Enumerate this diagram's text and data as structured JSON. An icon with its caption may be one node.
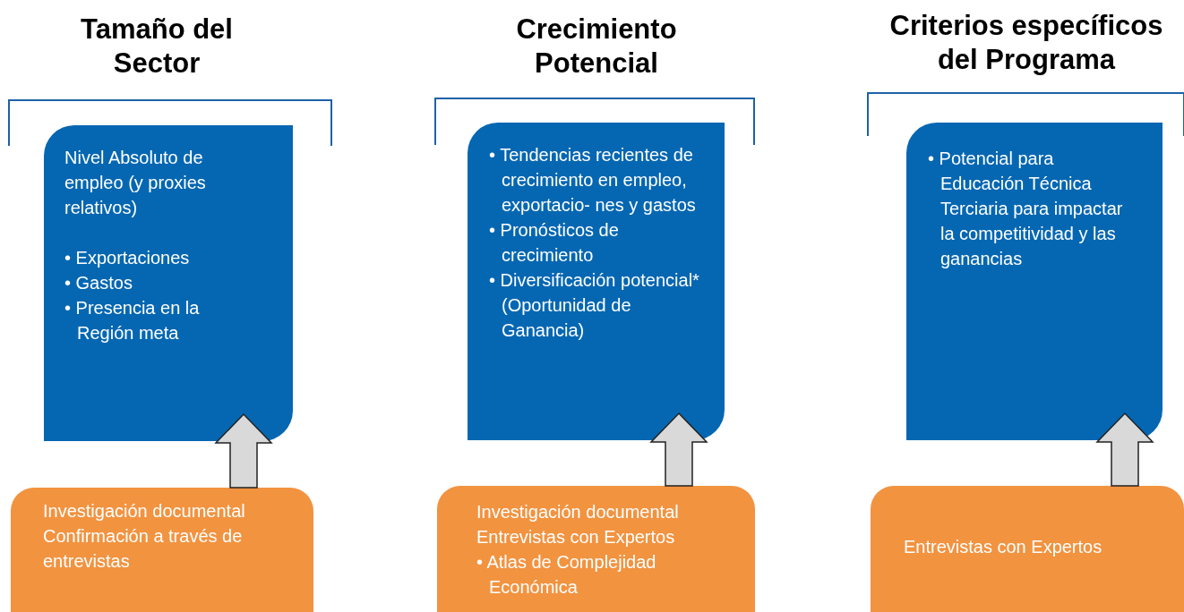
{
  "diagram": {
    "nodes": [
      {
        "text": [
          "Nivel Absoluto de empleo (y proxies relativos)",
          "• Exportaciones",
          "• Gastos",
          "• Presencia en la Región meta"
        ]
      },
      {
        "text": [
          "• Tendencias recientes de crecimiento en empleo, exportacio- nes y gastos",
          "•  Pronósticos de crecimiento",
          "• Diversificación potencial* (Oportunidad de Ganancia)"
        ]
      },
      {
        "text": [
          "• Potencial para Educación Técnica Terciaria para impactar la competitividad y las ganancias"
        ]
      },
      {
        "text": [
          "Investigación documental",
          "Confirmación a través de entrevistas"
        ]
      },
      {
        "text": [
          "Investigación documental",
          "Entrevistas con Expertos",
          "• Atlas de Complejidad Económica"
        ]
      },
      {
        "text": [
          "Entrevistas con Expertos"
        ]
      }
    ],
    "edges": [
      {
        "from": 3,
        "to": 0,
        "arrow": "to"
      },
      {
        "from": 4,
        "to": 1,
        "arrow": "to"
      },
      {
        "from": 5,
        "to": 2,
        "arrow": "to"
      }
    ],
    "labels": [
      "Tamaño del Sector",
      "Crecimiento Potencial",
      "Criterios específicos del Programa"
    ]
  }
}
